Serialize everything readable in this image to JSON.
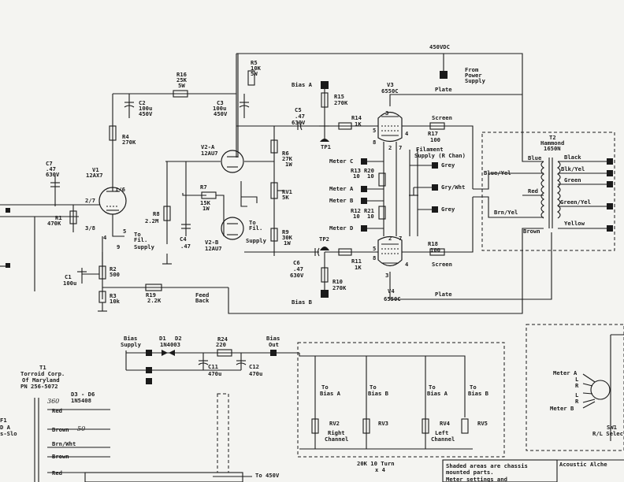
{
  "top": {
    "supply_voltage": "450VDC",
    "from_supply": [
      "From",
      "Power",
      "Supply"
    ]
  },
  "tubes": {
    "v1": [
      "V1",
      "12AX7"
    ],
    "v1_pins": [
      "1/6",
      "2/7",
      "3/8",
      "4",
      "5",
      "9"
    ],
    "v2a": [
      "V2-A",
      "12AU7"
    ],
    "v2b": [
      "V2-B",
      "12AU7"
    ],
    "v3": [
      "V3",
      "6550C"
    ],
    "v4": [
      "V4",
      "6550C"
    ],
    "v3_pins": [
      "5",
      "8",
      "4",
      "2",
      "7",
      "3"
    ],
    "v4_pins": [
      "2",
      "7",
      "5",
      "8",
      "4",
      "3"
    ]
  },
  "components": {
    "r16": [
      "R16",
      "25K",
      "5W"
    ],
    "r5": [
      "R5",
      "10K",
      "5W"
    ],
    "c2": [
      "C2",
      "100u",
      "450V"
    ],
    "c3": [
      "C3",
      "100u",
      "450V"
    ],
    "r4": [
      "R4",
      "270K"
    ],
    "c7": [
      "C7",
      ".47",
      "630V"
    ],
    "r1": [
      "R1",
      "470K"
    ],
    "c1": [
      "C1",
      "100u"
    ],
    "r2": [
      "R2",
      "500"
    ],
    "r3": [
      "R3",
      "10k"
    ],
    "r19": [
      "R19",
      "2.2K"
    ],
    "r8": [
      "R8",
      "2.2M"
    ],
    "c4": [
      "C4",
      ".47"
    ],
    "r7": [
      "R7",
      "15K",
      "1W"
    ],
    "c5": [
      "C5",
      ".47",
      "630V"
    ],
    "c6": [
      "C6",
      ".47",
      "630V"
    ],
    "r6": [
      "R6",
      "27K",
      "1W"
    ],
    "r9": [
      "R9",
      "30K",
      "1W"
    ],
    "rv1": [
      "RV1",
      "5K"
    ],
    "r15": [
      "R15",
      "270K"
    ],
    "r14": [
      "R14",
      "1K"
    ],
    "r11": [
      "R11",
      "1K"
    ],
    "r10": [
      "R10",
      "270K"
    ],
    "r13": [
      "R13",
      "10"
    ],
    "r20": [
      "R20",
      "10"
    ],
    "r12": [
      "R12",
      "10"
    ],
    "r21": [
      "R21",
      "10"
    ],
    "r17": [
      "R17",
      "100"
    ],
    "r18": [
      "R18",
      "100"
    ],
    "tp1": "TP1",
    "tp2": "TP2"
  },
  "labels": {
    "to_fil_supply_1": [
      "To",
      "Fil.",
      "Supply"
    ],
    "to_fil_supply_2": [
      "To",
      "Fil.",
      "Supply"
    ],
    "feed_back": [
      "Feed",
      "Back"
    ],
    "bias_a": "Bias A",
    "bias_b": "Bias B",
    "plate_top": "Plate",
    "plate_bottom": "Plate",
    "screen_top": "Screen",
    "screen_bottom": "Screen",
    "filament": [
      "Filament",
      "Supply (R Chan)"
    ],
    "fil_wires": [
      "Grey",
      "Gry/Wht",
      "Grey"
    ],
    "meter_points": [
      "Meter C",
      "Meter A",
      "Meter B",
      "Meter D"
    ]
  },
  "transformer": {
    "name": [
      "T2",
      "Hammond",
      "1650N"
    ],
    "primary": [
      "Blue",
      "Blue/Yel",
      "Red",
      "Brn/Yel",
      "Brown"
    ],
    "secondary": [
      "Black",
      "Blk/Yel",
      "Green",
      "Green/Yel",
      "Yellow"
    ]
  },
  "bias_supply": {
    "supply": [
      "Bias",
      "Supply"
    ],
    "diodes": [
      "D1",
      "D2",
      "1N4003"
    ],
    "r24": [
      "R24",
      "220"
    ],
    "c11": [
      "C11",
      "470u"
    ],
    "c12": [
      "C12",
      "470u"
    ],
    "out": [
      "Bias",
      "Out"
    ],
    "t1": [
      "T1",
      "Torroid Corp.",
      "Of Maryland",
      "PN 256-5072"
    ],
    "d3": [
      "D3 - D6",
      "1N5408"
    ],
    "handwritten": [
      "360",
      "50"
    ],
    "t1_wires": [
      "Red",
      "Brown",
      "Brn/Wht",
      "Brown",
      "Red"
    ],
    "t1_left": [
      "F1",
      "D A",
      "s-Slo"
    ],
    "to_450": "To 450V"
  },
  "bias_pots": {
    "to": [
      "To",
      "To",
      "To",
      "To"
    ],
    "targets": [
      "Bias A",
      "Bias B",
      "Bias A",
      "Bias B"
    ],
    "names": [
      "RV2",
      "RV3",
      "RV4",
      "RV5"
    ],
    "right_channel": [
      "Right",
      "Channel"
    ],
    "left_channel": [
      "Left",
      "Channel"
    ],
    "turn": [
      "20K 10 Turn",
      "x 4"
    ]
  },
  "meter_switch": {
    "inputs": [
      "Meter A",
      "L",
      "R",
      "L",
      "R",
      "Meter B"
    ],
    "sw": [
      "SW1",
      "R/L Selec"
    ]
  },
  "notes": {
    "title": "Acoustic Alche",
    "shaded": [
      "Shaded areas are chassis",
      "mounted parts."
    ],
    "settings": "Meter settings and"
  }
}
